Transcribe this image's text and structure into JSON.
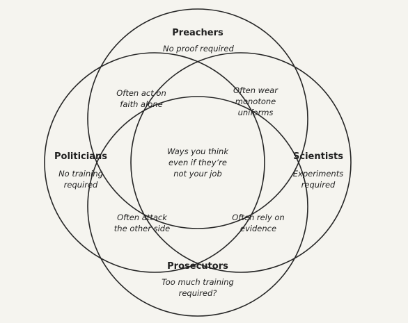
{
  "diagram": {
    "sets": [
      {
        "key": "preachers",
        "title": "Preachers",
        "subtitle": [
          "No proof required"
        ]
      },
      {
        "key": "politicians",
        "title": "Politicians",
        "subtitle": [
          "No training",
          "required"
        ]
      },
      {
        "key": "scientists",
        "title": "Scientists",
        "subtitle": [
          "Experiments",
          "required"
        ]
      },
      {
        "key": "prosecutors",
        "title": "Prosecutors",
        "subtitle": [
          "Too much training",
          "required?"
        ]
      }
    ],
    "overlaps": {
      "preachers_politicians": [
        "Often act on",
        "faith alone"
      ],
      "preachers_scientists": [
        "Often wear",
        "monotone",
        "uniforms"
      ],
      "center": [
        "Ways you think",
        "even if they’re",
        "not your job"
      ],
      "politicians_prosecutors": [
        "Often attack",
        "the other side"
      ],
      "scientists_prosecutors": [
        "Often rely on",
        "evidence"
      ]
    },
    "colors": {
      "background": "#f5f4ef",
      "line": "#262626",
      "text": "#1f1f1f"
    }
  }
}
